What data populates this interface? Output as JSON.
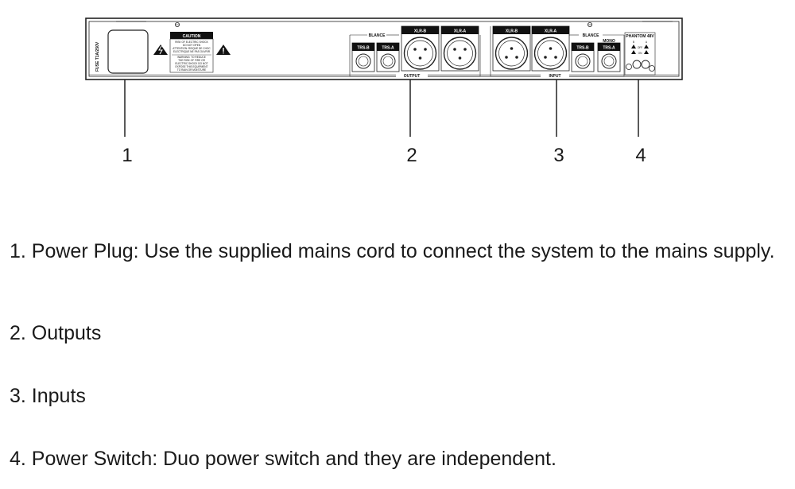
{
  "panel": {
    "fuse_label": "FUSE T1A/250V",
    "caution_title": "CAUTION",
    "caution_lines": [
      "RISK OF ELECTRIC SHOCK",
      "DO NOT OPEN",
      "ATTENTION: RISQUE DE CHOC",
      "ELECTRIQUE NE PAS OUVRIR"
    ],
    "warning_lines": [
      "WARNING: TO REDUCE",
      "THE RISK OF FIRE OR",
      "ELECTRIC SHOCK DO NOT",
      "EXPOSE THIS EQUIPMENT",
      "TO RAIN OR MOISTURE"
    ],
    "output_group": {
      "balance_label": "BLANCE",
      "trs_b": "TRS-B",
      "trs_a": "TRS-A",
      "xlr_b": "XLR-B",
      "xlr_a": "XLR-A",
      "group_label": "OUTPUT"
    },
    "input_group": {
      "xlr_b": "XLR-B",
      "xlr_a": "XLR-A",
      "balance_label": "BLANCE",
      "mono_label": "MONO",
      "trs_b": "TRS-B",
      "trs_a": "TRS-A",
      "group_label": "INPUT"
    },
    "phantom": {
      "title": "PHANTOM 48V",
      "b": "B",
      "a": "A",
      "off": "OFF",
      "on": "ON"
    }
  },
  "callouts": [
    "1",
    "2",
    "3",
    "4"
  ],
  "descriptions": [
    "1. Power Plug: Use the supplied mains cord to connect the system to the mains supply.",
    "2. Outputs",
    "3. Inputs",
    "4. Power Switch: Duo power switch and they are independent."
  ]
}
